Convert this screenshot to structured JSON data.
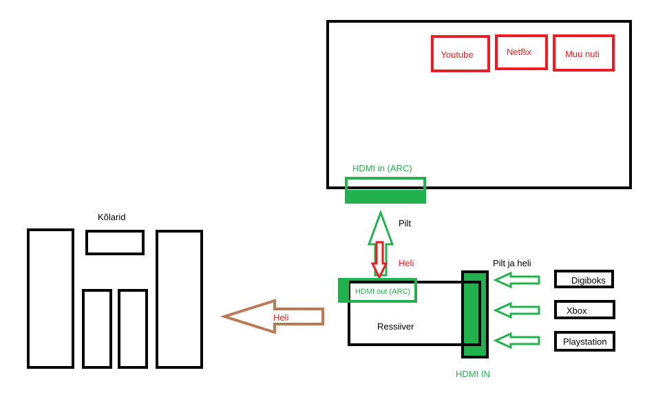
{
  "tv": {
    "apps": [
      {
        "label": "Youtube"
      },
      {
        "label": "Netflix"
      },
      {
        "label": "Muu nuti"
      }
    ],
    "port_label": "HDMI in (ARC)"
  },
  "receiver": {
    "label": "Ressiiver",
    "out_label": "HDMI out (ARC)",
    "in_label": "HDMI IN"
  },
  "speakers": {
    "label": "Kõlarid"
  },
  "arrows": {
    "picture_label": "Pilt",
    "sound_up_label": "Heli",
    "sound_left_label": "Heli",
    "sources_label": "Pilt ja heli"
  },
  "sources": [
    {
      "label": "Digiboks"
    },
    {
      "label": "Xbox"
    },
    {
      "label": "Playstation"
    }
  ],
  "colors": {
    "green": "#22b14c",
    "red": "#ed1c24",
    "brown": "#b97a57",
    "black": "#000000"
  }
}
